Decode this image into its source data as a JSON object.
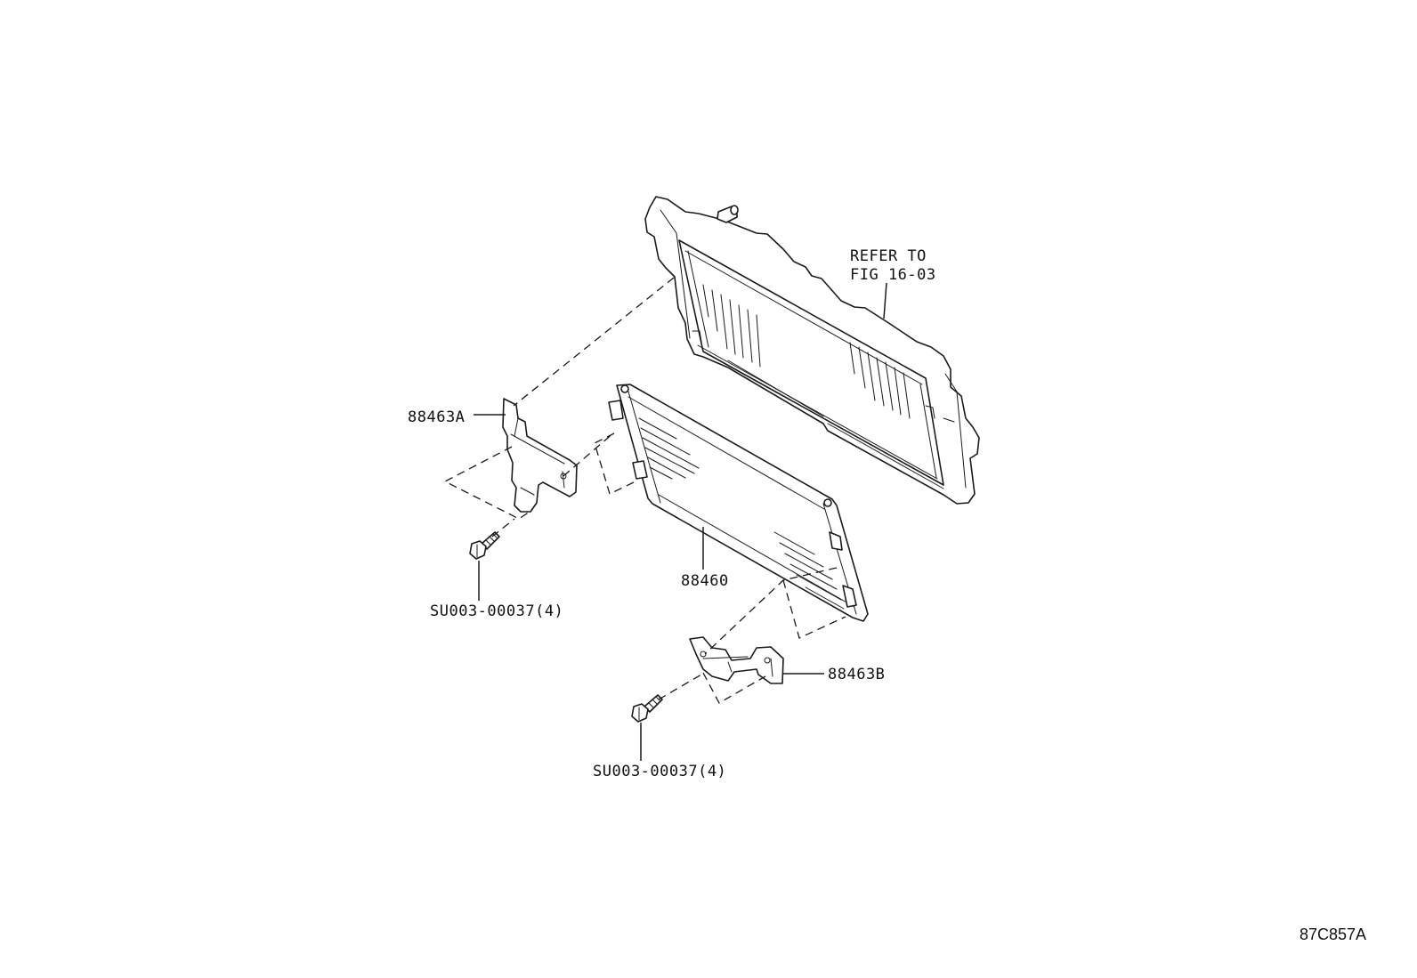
{
  "labels": {
    "refer_line1": "REFER TO",
    "refer_line2": "FIG 16-03",
    "bracket_a": "88463A",
    "condenser": "88460",
    "bolt_a": "SU003-00037(4)",
    "bracket_b": "88463B",
    "bolt_b": "SU003-00037(4)",
    "figure_id": "87C857A"
  },
  "colors": {
    "line": "#1a1a1a",
    "background": "#ffffff"
  }
}
